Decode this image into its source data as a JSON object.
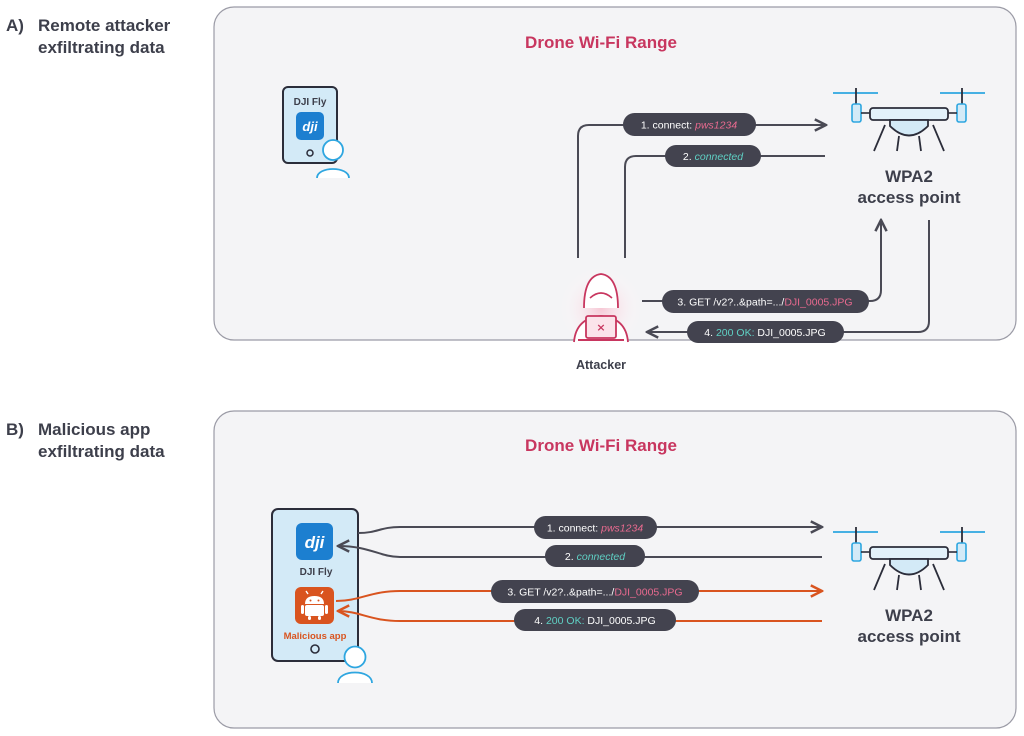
{
  "section_a": {
    "letter": "A)",
    "title_line1": "Remote attacker",
    "title_line2": "exfiltrating data",
    "range_title": "Drone Wi-Fi Range",
    "phone_app_label": "DJI Fly",
    "attacker_label": "Attacker",
    "ap_line1": "WPA2",
    "ap_line2": "access point",
    "messages": [
      {
        "prefix": "1. connect: ",
        "highlight": "pws1234",
        "suffix": ""
      },
      {
        "prefix": "2. ",
        "highlight": "connected",
        "suffix": ""
      },
      {
        "prefix": "3. GET /v2?..&path=.../",
        "highlight": "DJI_0005.JPG",
        "suffix": ""
      },
      {
        "prefix": "4. ",
        "highlight": "200 OK:",
        "suffix": " DJI_0005.JPG"
      }
    ]
  },
  "section_b": {
    "letter": "B)",
    "title_line1": "Malicious app",
    "title_line2": "exfiltrating data",
    "range_title": "Drone Wi-Fi Range",
    "dji_app_label": "DJI Fly",
    "malicious_app_label": "Malicious app",
    "ap_line1": "WPA2",
    "ap_line2": "access point",
    "messages": [
      {
        "prefix": "1. connect: ",
        "highlight": "pws1234",
        "suffix": ""
      },
      {
        "prefix": "2. ",
        "highlight": "connected",
        "suffix": ""
      },
      {
        "prefix": "3. GET /v2?..&path=.../",
        "highlight": "DJI_0005.JPG",
        "suffix": ""
      },
      {
        "prefix": "4. ",
        "highlight": "200 OK:",
        "suffix": " DJI_0005.JPG"
      }
    ]
  },
  "icons": {
    "dji_logo_text": "dji",
    "attacker_laptop_mark": "×"
  },
  "colors": {
    "range_title": "#c8365f",
    "pill_bg": "#43434f",
    "arrow_dark": "#4a4a55",
    "arrow_orange": "#d9541f",
    "accent_blue": "#2ea6e0",
    "highlight_pink": "#e86a8f",
    "highlight_teal": "#5fd0c4"
  }
}
